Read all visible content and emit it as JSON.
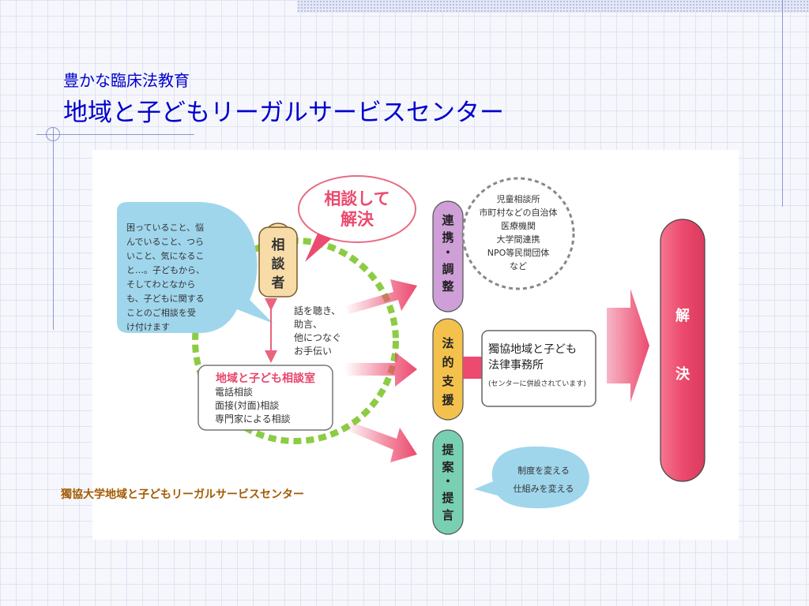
{
  "header": {
    "subtitle": "豊かな臨床法教育",
    "title": "地域と子どもリーガルサービスセンター"
  },
  "diagram": {
    "bubble_intro": [
      "困っていること、悩",
      "んでいること、つら",
      "いこと、気になるこ",
      "と…。子どもから、",
      "そしてわとなから",
      "も、子どもに関する",
      "ことのご相談を受",
      "け付けます"
    ],
    "consultant": [
      "相",
      "談",
      "者"
    ],
    "resolve_bubble": [
      "相談して",
      "解決"
    ],
    "listen_note": [
      "話を聴き、",
      "助言、",
      "他につなぐ",
      "お手伝い"
    ],
    "room": {
      "title": "地域と子ども相談室",
      "items": [
        "電話相談",
        "面接(対面)相談",
        "専門家による相談"
      ]
    },
    "pills": {
      "coordination": [
        "連",
        "携",
        "・",
        "調",
        "整"
      ],
      "legal_support": [
        "法",
        "的",
        "支",
        "援"
      ],
      "proposal": [
        "提",
        "案",
        "・",
        "提",
        "言"
      ]
    },
    "partners": [
      "児童相談所",
      "市町村などの自治体",
      "医療機関",
      "大学間連携",
      "NPO等民間団体",
      "など"
    ],
    "law_office": {
      "line1": "獨協地域と子ども",
      "line2": "法律事務所",
      "note": "(センターに併設されています)"
    },
    "change": [
      "制度を変える",
      "仕組みを変える"
    ],
    "solution": [
      "解",
      "決"
    ]
  },
  "caption": "獨協大学地域と子どもリーガルサービスセンター",
  "colors": {
    "title": "#0000cc",
    "caption": "#a35a00",
    "ring": "#8ccc44",
    "pink_arrow": "#ec4a6e",
    "bubble_blue": "#9fd6ec",
    "consultant_fill": "#f7dca8",
    "coordination_fill": "#cf9fd8",
    "legal_fill": "#f4c24c",
    "proposal_fill": "#79cfb2",
    "solution_fill": "#ec4a6e"
  }
}
